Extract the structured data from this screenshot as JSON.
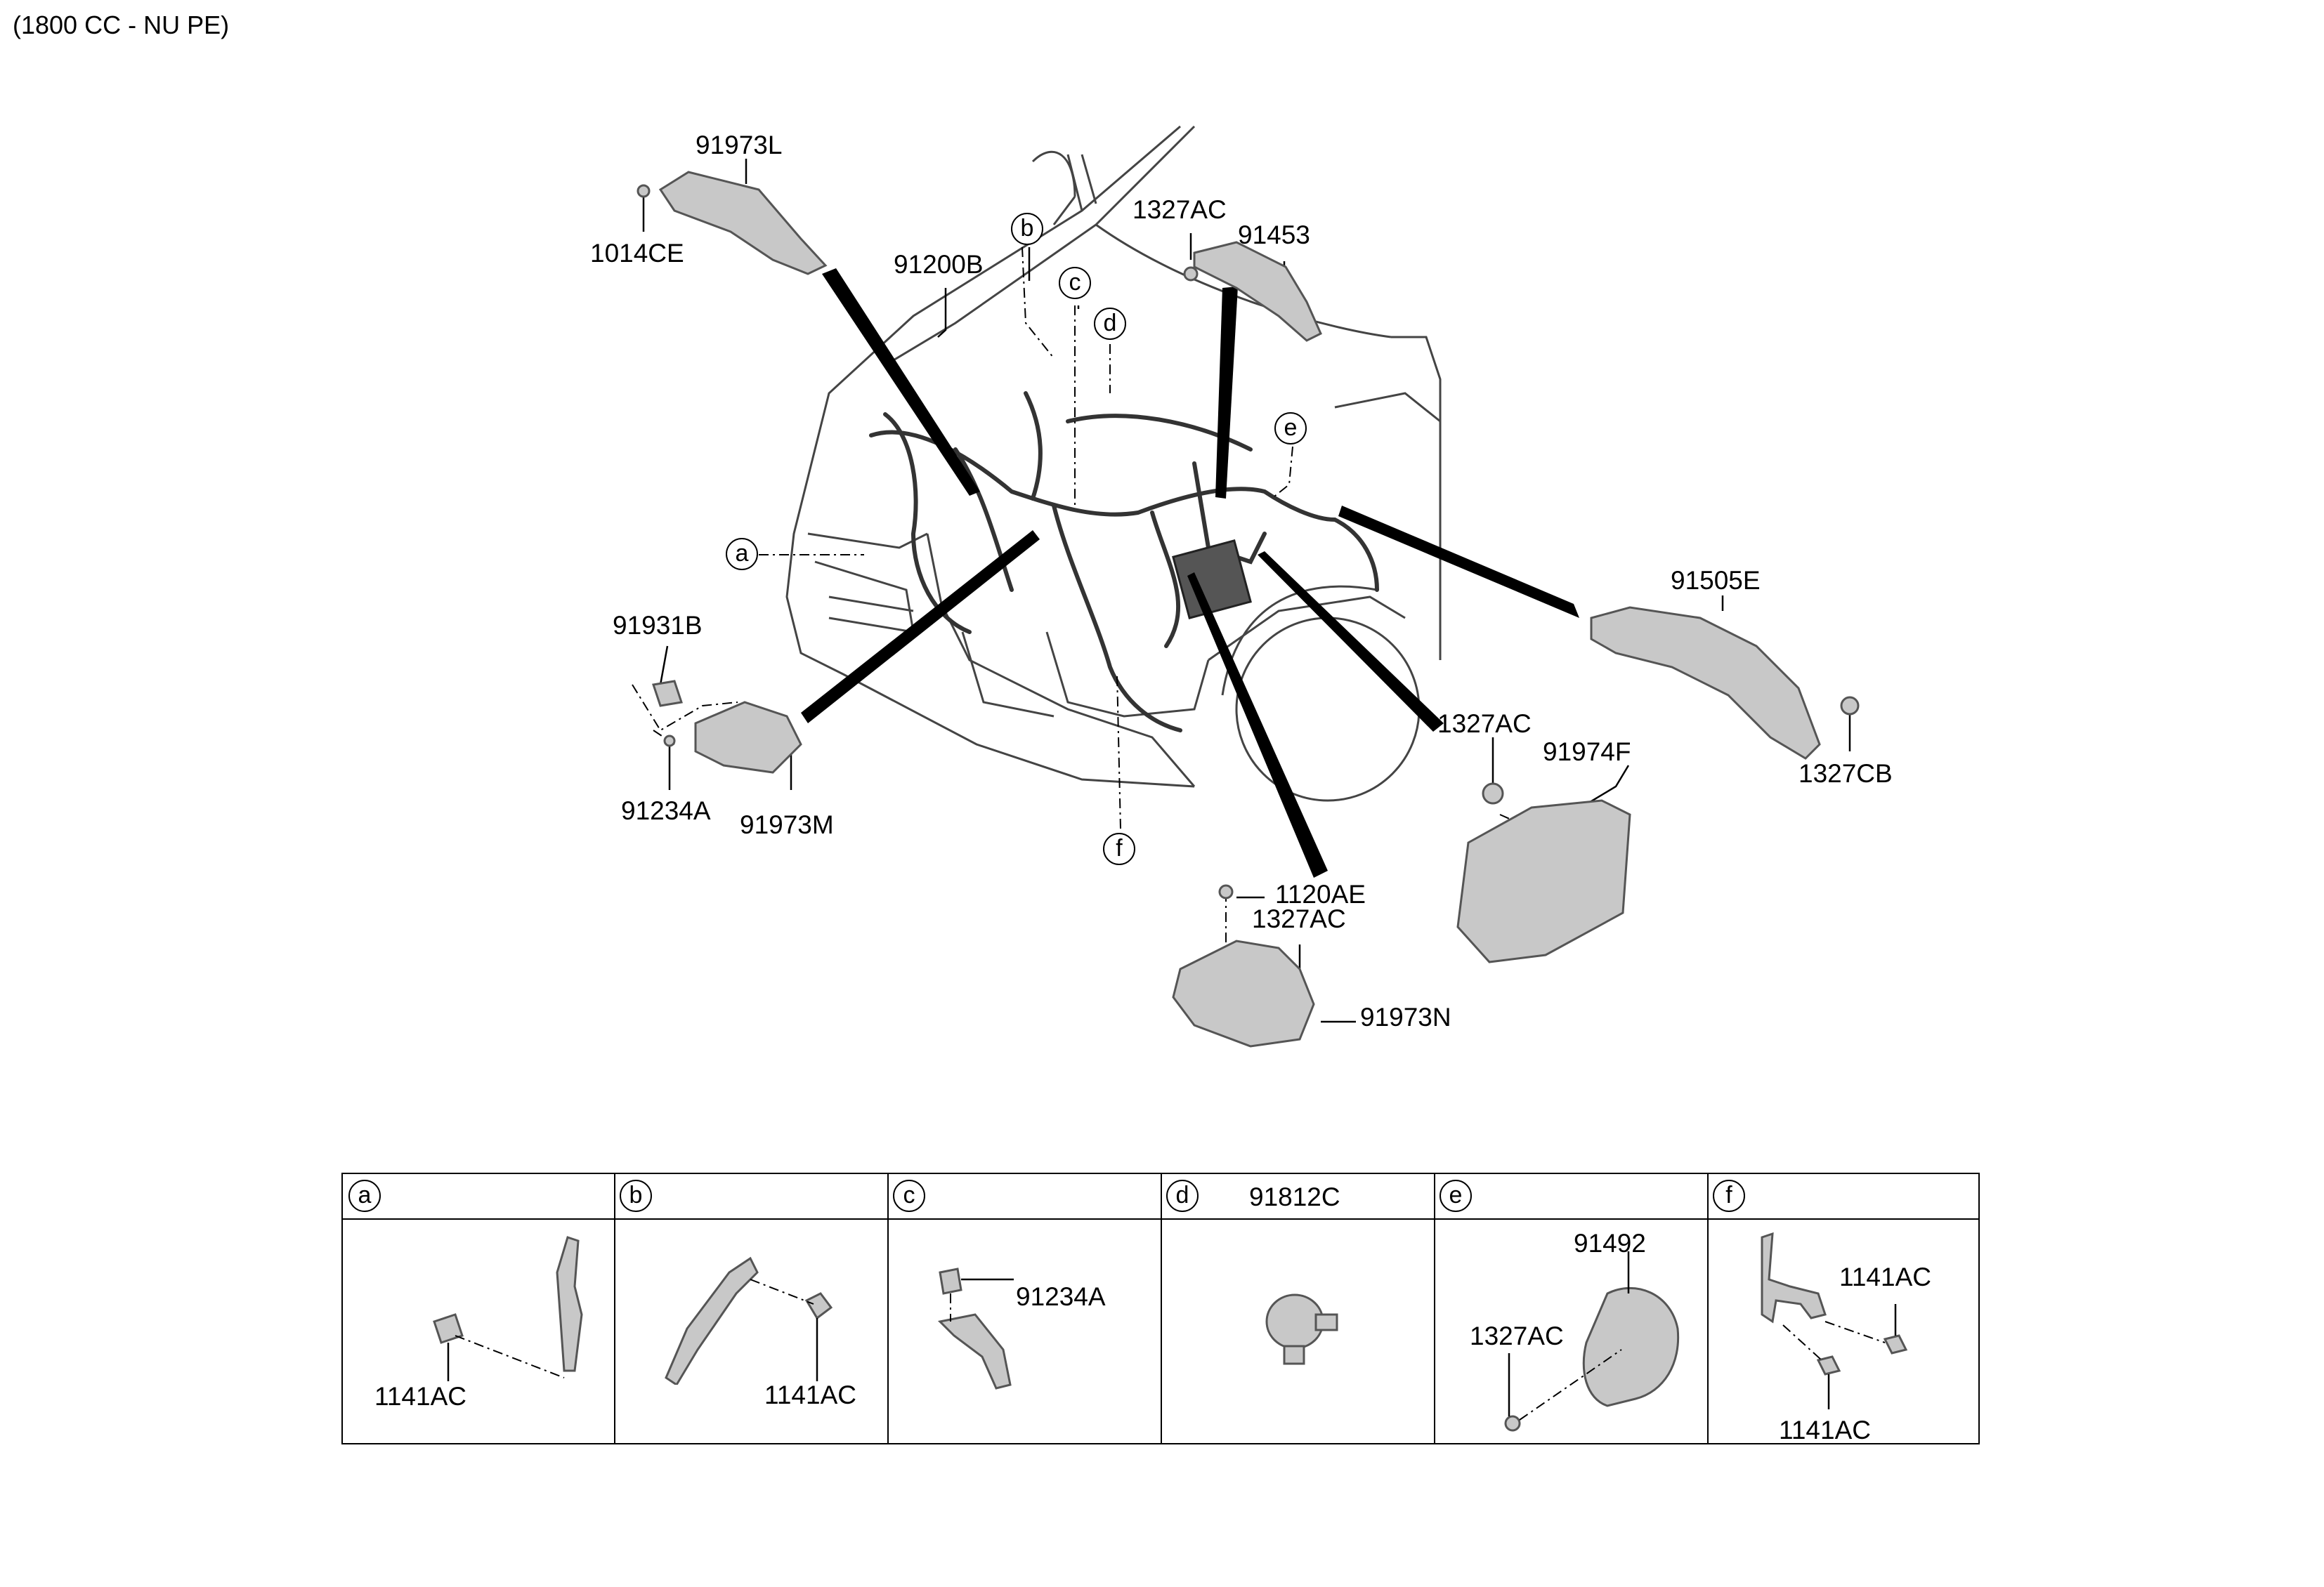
{
  "header": {
    "engine_note": "(1800 CC - NU PE)"
  },
  "parts": {
    "p91973L": "91973L",
    "p1014CE": "1014CE",
    "p91200B": "91200B",
    "p1327AC_top": "1327AC",
    "p91453": "91453",
    "p91505E": "91505E",
    "p1327CB": "1327CB",
    "p1327AC_right": "1327AC",
    "p91974F": "91974F",
    "p1120AE": "1120AE",
    "p1327AC_bottom": "1327AC",
    "p91973N": "91973N",
    "p91931B": "91931B",
    "p91234A": "91234A",
    "p91973M": "91973M"
  },
  "callouts": {
    "a": "a",
    "b": "b",
    "c": "c",
    "d": "d",
    "e": "e",
    "f": "f"
  },
  "legend": {
    "cells": [
      {
        "letter": "a",
        "title": "",
        "labels": [
          "1141AC"
        ]
      },
      {
        "letter": "b",
        "title": "",
        "labels": [
          "1141AC"
        ]
      },
      {
        "letter": "c",
        "title": "",
        "labels": [
          "91234A"
        ]
      },
      {
        "letter": "d",
        "title": "91812C",
        "labels": []
      },
      {
        "letter": "e",
        "title": "",
        "labels": [
          "91492",
          "1327AC"
        ]
      },
      {
        "letter": "f",
        "title": "",
        "labels": [
          "1141AC",
          "1141AC"
        ]
      }
    ]
  },
  "colors": {
    "line": "#000000",
    "part_fill": "#c8c8c8",
    "part_stroke": "#555555",
    "car_line": "#444444"
  }
}
